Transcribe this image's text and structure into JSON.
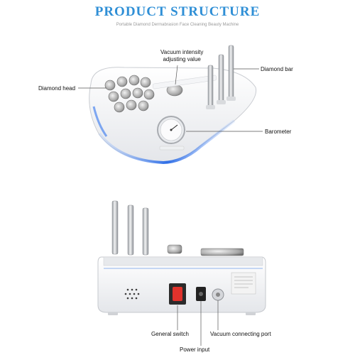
{
  "header": {
    "title": "PRODUCT STRUCTURE",
    "subtitle": "Portable Diamond Dermabrasion Face Cleaning Beauty Machine"
  },
  "callouts": {
    "vacuum_value_line1": "Vacuum intensity",
    "vacuum_value_line2": "adjusting value",
    "diamond_head": "Diamond head",
    "diamond_bar": "Diamond bar",
    "barometer": "Barometer",
    "general_switch": "General switch",
    "vacuum_port": "Vacuum connecting port",
    "power_input": "Power input"
  },
  "colors": {
    "title": "#2f8fd6",
    "led_glow": "#3f7fe0",
    "switch_red": "#e0322c"
  }
}
